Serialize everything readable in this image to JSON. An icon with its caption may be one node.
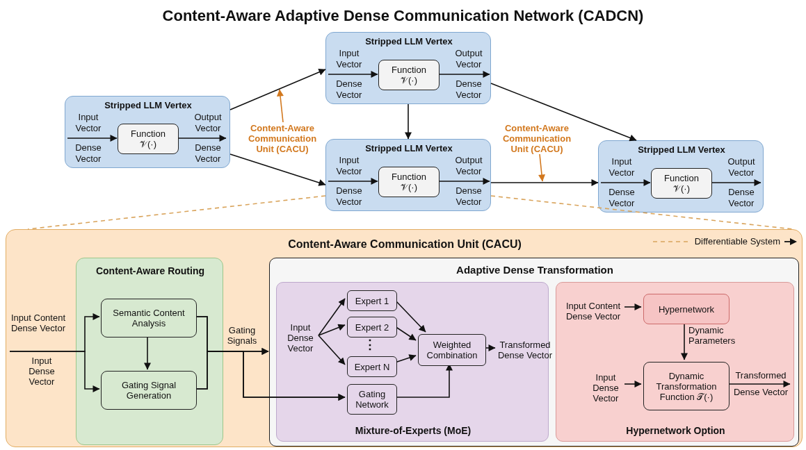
{
  "diagram": {
    "title": "Content-Aware Adaptive Dense Communication Network (CADCN)",
    "nodes": [
      {
        "text": [
          "Stripped LLM Vertex",
          "Input Vector",
          "Dense Vector",
          "Output Vector",
          "Dense Vector"
        ]
      },
      {
        "text": [
          "Function 𝒱(·)"
        ],
        "in": 0
      },
      {
        "text": [
          "Stripped LLM Vertex",
          "Input Vector",
          "Dense Vector",
          "Output Vector",
          "Dense Vector"
        ]
      },
      {
        "text": [
          "Function 𝒱(·)"
        ],
        "in": 2
      },
      {
        "text": [
          "Stripped LLM Vertex",
          "Input Vector",
          "Dense Vector",
          "Output Vector",
          "Dense Vector"
        ]
      },
      {
        "text": [
          "Function 𝒱(·)"
        ],
        "in": 4
      },
      {
        "text": [
          "Stripped LLM Vertex",
          "Input Vector",
          "Dense Vector",
          "Output Vector",
          "Dense Vector"
        ]
      },
      {
        "text": [
          "Function 𝒱(·)"
        ],
        "in": 6
      },
      {
        "text": [
          "Content-Aware Communication Unit (CACU)"
        ]
      },
      {
        "text": [
          "Content-Aware Communication Unit (CACU)"
        ]
      },
      {
        "text": [
          "Content-Aware Communication Unit (CACU)"
        ]
      },
      {
        "text": [
          "Content-Aware Routing"
        ],
        "in": 10
      },
      {
        "text": [
          "Semantic Content Analysis"
        ],
        "in": 11
      },
      {
        "text": [
          "Gating Signal Generation"
        ],
        "in": 11
      },
      {
        "text": [
          "Adaptive Dense Transformation"
        ],
        "in": 10
      },
      {
        "text": [
          "Mixture-of-Experts (MoE)"
        ],
        "in": 14
      },
      {
        "text": [
          "Expert 1"
        ],
        "in": 15
      },
      {
        "text": [
          "Expert 2"
        ],
        "in": 15
      },
      {
        "text": [
          "Expert N"
        ],
        "in": 15
      },
      {
        "text": [
          "Weighted Combination"
        ],
        "in": 15
      },
      {
        "text": [
          "Gating Network"
        ],
        "in": 15
      },
      {
        "text": [
          "Hypernetwork Option"
        ],
        "in": 14
      },
      {
        "text": [
          "Hypernetwork"
        ],
        "in": 21
      },
      {
        "text": [
          "Dynamic Transformation Function 𝒯(·)"
        ],
        "in": 21
      },
      {
        "text": [
          "Input Dense Vector"
        ],
        "in": 15
      },
      {
        "text": [
          "Transformed Dense Vector"
        ],
        "in": 15
      },
      {
        "text": [
          "Input Content Dense Vector"
        ],
        "in": 21
      },
      {
        "text": [
          "Input Dense Vector"
        ],
        "in": 21
      }
    ],
    "edges": [
      {
        "from": 0,
        "to": 2,
        "arrow": "to"
      },
      {
        "from": 0,
        "to": 4,
        "arrow": "to"
      },
      {
        "from": 2,
        "to": 4,
        "arrow": "to"
      },
      {
        "from": 2,
        "to": 6,
        "arrow": "to"
      },
      {
        "from": 4,
        "to": 6,
        "arrow": "to"
      },
      {
        "from": 8,
        "to": null,
        "arrow": "to",
        "color": "#d2781e"
      },
      {
        "from": 9,
        "to": null,
        "arrow": "to",
        "color": "#d2781e"
      },
      {
        "from": 4,
        "to": 10,
        "arrow": "none",
        "style": "dashed",
        "color": "#d9a45c"
      },
      {
        "from": 4,
        "to": 10,
        "arrow": "none",
        "style": "dashed",
        "color": "#d9a45c"
      },
      {
        "from": null,
        "to": 1,
        "arrow": "to"
      },
      {
        "from": 1,
        "to": null,
        "arrow": "to"
      },
      {
        "from": null,
        "to": 3,
        "arrow": "to"
      },
      {
        "from": 3,
        "to": null,
        "arrow": "to"
      },
      {
        "from": null,
        "to": 5,
        "arrow": "to"
      },
      {
        "from": 5,
        "to": null,
        "arrow": "to"
      },
      {
        "from": null,
        "to": 7,
        "arrow": "to"
      },
      {
        "from": 7,
        "to": null,
        "arrow": "to"
      },
      {
        "from": null,
        "to": 12,
        "arrow": "to",
        "label": "Input Content Dense Vector"
      },
      {
        "from": null,
        "to": 13,
        "arrow": "to",
        "label": "Input Dense Vector"
      },
      {
        "from": 12,
        "to": 13,
        "arrow": "to"
      },
      {
        "from": 12,
        "to": 14,
        "arrow": "to",
        "label": "Gating Signals"
      },
      {
        "from": 13,
        "to": 14,
        "arrow": "to"
      },
      {
        "from": 12,
        "to": 20,
        "arrow": "to"
      },
      {
        "from": 13,
        "to": 20,
        "arrow": "to"
      },
      {
        "from": 24,
        "to": 16,
        "arrow": "to"
      },
      {
        "from": 24,
        "to": 17,
        "arrow": "to"
      },
      {
        "from": 24,
        "to": 18,
        "arrow": "to"
      },
      {
        "from": 16,
        "to": 19,
        "arrow": "to"
      },
      {
        "from": 17,
        "to": 19,
        "arrow": "to"
      },
      {
        "from": 18,
        "to": 19,
        "arrow": "to"
      },
      {
        "from": 20,
        "to": 19,
        "arrow": "to"
      },
      {
        "from": 19,
        "to": 25,
        "arrow": "to"
      },
      {
        "from": 26,
        "to": 22,
        "arrow": "to"
      },
      {
        "from": 22,
        "to": 23,
        "arrow": "to",
        "label": "Dynamic Parameters"
      },
      {
        "from": 27,
        "to": 23,
        "arrow": "to"
      },
      {
        "from": 23,
        "to": null,
        "arrow": "to",
        "label": "Transformed Dense Vector"
      }
    ],
    "labels": [
      "⋮"
    ],
    "legend": [
      {
        "text": "Differentiable System"
      }
    ]
  }
}
